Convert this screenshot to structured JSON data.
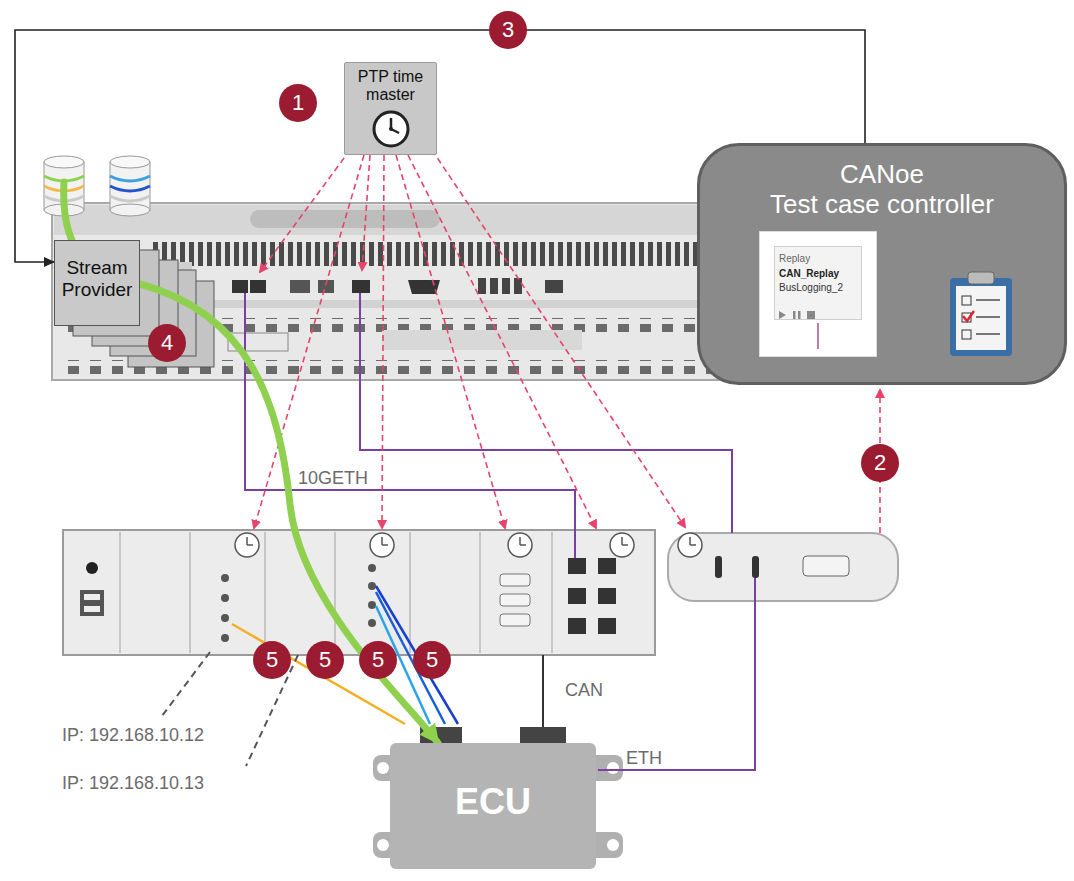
{
  "diagram": {
    "nodes": [
      {
        "text": [
          "PTP time master"
        ]
      },
      {
        "text": [
          "CANoe",
          "Test case controller"
        ]
      },
      {
        "text": [
          "Stream Provider"
        ]
      },
      {
        "text": [
          "ECU"
        ]
      },
      {
        "text": [
          "Replay",
          "CAN_Replay",
          "BusLogging_2"
        ],
        "in": 1
      }
    ],
    "edges": [
      {
        "from": 1,
        "to": 2,
        "arrow": "to"
      },
      {
        "from": 2,
        "to": 3,
        "arrow": "to"
      }
    ],
    "labels": [
      "1",
      "3",
      "4",
      "10GETH",
      "2",
      "5",
      "5",
      "5",
      "5",
      "CAN",
      "IP: 192.168.10.12",
      "IP: 192.168.10.13",
      "ETH"
    ]
  }
}
